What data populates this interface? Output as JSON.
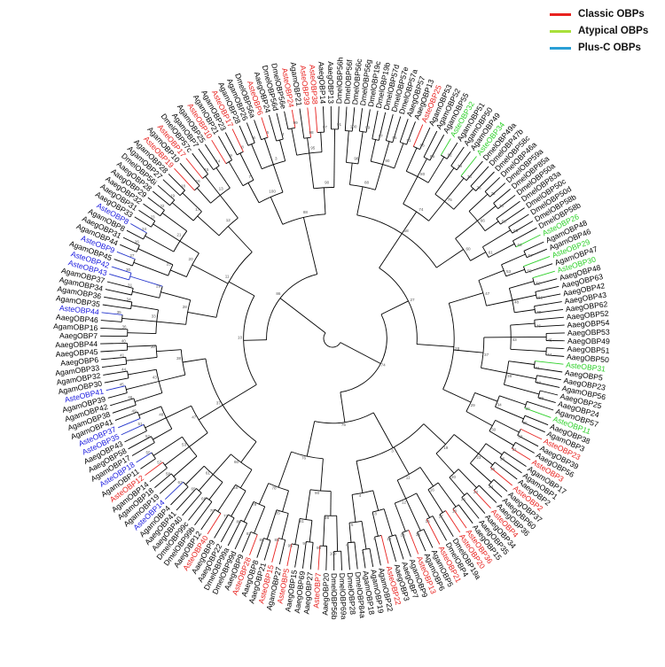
{
  "legend": {
    "classic": {
      "label": "Classic OBPs",
      "color": "#e8221f"
    },
    "atypical": {
      "label": "Atypical OBPs",
      "color": "#a8e03a"
    },
    "plusc": {
      "label": "Plus-C OBPs",
      "color": "#2a9fd6"
    }
  },
  "leaf_colors": {
    "k": "#000000",
    "r": "#e8221f",
    "g": "#2ed02a",
    "b": "#1a1adf"
  },
  "branch_colors": {
    "k": "#000000",
    "r": "#e8221f",
    "g": "#2ed02a",
    "b": "#2233cc"
  },
  "leaves": [
    [
      "DmelOBP56f",
      "k"
    ],
    [
      "DmelOBP56c",
      "k"
    ],
    [
      "DmelOBP56g",
      "k"
    ],
    [
      "DmelOBP19c",
      "k"
    ],
    [
      "DmelOBP19b",
      "k"
    ],
    [
      "DmelOBP57d",
      "k"
    ],
    [
      "DmelOBP57e",
      "k"
    ],
    [
      "DmelOBP57a",
      "k"
    ],
    [
      "AaegOBP57",
      "k"
    ],
    [
      "AaegOBP13",
      "k"
    ],
    [
      "AsteOBP25",
      "r"
    ],
    [
      "AgamOBP53",
      "k"
    ],
    [
      "AgamOBP52",
      "k"
    ],
    [
      "AgamOBP55",
      "k"
    ],
    [
      "AsteOBP32",
      "g"
    ],
    [
      "AgamOBP51",
      "k"
    ],
    [
      "AgamOBP50",
      "k"
    ],
    [
      "AgamOBP49",
      "k"
    ],
    [
      "AsteOBP34",
      "g"
    ],
    [
      "DmelOBP49a",
      "k"
    ],
    [
      "DmelOBP47b",
      "k"
    ],
    [
      "DmelOBP58c",
      "k"
    ],
    [
      "DmelOBP46a",
      "k"
    ],
    [
      "DmelOBP59a",
      "k"
    ],
    [
      "DmelOBP85a",
      "k"
    ],
    [
      "DmelOBP50a",
      "k"
    ],
    [
      "DmelOBP83a",
      "k"
    ],
    [
      "DmelOBP50c",
      "k"
    ],
    [
      "DmelOBP50d",
      "k"
    ],
    [
      "DmelOBP58b",
      "k"
    ],
    [
      "DmelOBP58b",
      "k"
    ],
    [
      "AsteOBP26",
      "g"
    ],
    [
      "AgamOBP48",
      "k"
    ],
    [
      "AgamOBP46",
      "k"
    ],
    [
      "AsteOBP29",
      "g"
    ],
    [
      "AgamOBP47",
      "k"
    ],
    [
      "AsteOBP30",
      "g"
    ],
    [
      "AaegOBP48",
      "k"
    ],
    [
      "AaegOBP63",
      "k"
    ],
    [
      "AaegOBP42",
      "k"
    ],
    [
      "AaegOBP43",
      "k"
    ],
    [
      "AaegOBP62",
      "k"
    ],
    [
      "AaegOBP52",
      "k"
    ],
    [
      "AaegOBP54",
      "k"
    ],
    [
      "AaegOBP53",
      "k"
    ],
    [
      "AaegOBP49",
      "k"
    ],
    [
      "AaegOBP51",
      "k"
    ],
    [
      "AaegOBP50",
      "k"
    ],
    [
      "AsteOBP31",
      "g"
    ],
    [
      "AaegOBP5",
      "k"
    ],
    [
      "AaegOBP23",
      "k"
    ],
    [
      "AgamOBP56",
      "k"
    ],
    [
      "AaegOBP25",
      "k"
    ],
    [
      "AaegOBP24",
      "k"
    ],
    [
      "AgamOBP57",
      "k"
    ],
    [
      "AsteOBP11",
      "g"
    ],
    [
      "AaegOBP38",
      "k"
    ],
    [
      "AgamOBP3",
      "k"
    ],
    [
      "AsteOBP23",
      "r"
    ],
    [
      "AaegOBP39",
      "k"
    ],
    [
      "AaegOBP56",
      "k"
    ],
    [
      "AsteOBP3",
      "r"
    ],
    [
      "AgamOBP17",
      "k"
    ],
    [
      "AgamOBP1",
      "k"
    ],
    [
      "AaegOBP2",
      "k"
    ],
    [
      "AsteOBP2",
      "r"
    ],
    [
      "AaegOBP37",
      "k"
    ],
    [
      "AaegOBP60",
      "k"
    ],
    [
      "AaegOBP36",
      "k"
    ],
    [
      "AsteOBP4",
      "r"
    ],
    [
      "AaegOBP34",
      "k"
    ],
    [
      "AaegOBP35",
      "k"
    ],
    [
      "AaegOBP15",
      "k"
    ],
    [
      "AsteOBP36",
      "r"
    ],
    [
      "AsteOBP20",
      "r"
    ],
    [
      "DmelOBP19a",
      "k"
    ],
    [
      "DmelOBP4",
      "k"
    ],
    [
      "AsteOBP21",
      "r"
    ],
    [
      "AgamOBP5",
      "k"
    ],
    [
      "AgamOBP6",
      "k"
    ],
    [
      "AsteOBP13",
      "r"
    ],
    [
      "AgamOBP9",
      "k"
    ],
    [
      "AaegOBP7",
      "k"
    ],
    [
      "AaegOBP3",
      "k"
    ],
    [
      "AsteOBP22",
      "r"
    ],
    [
      "AgamOBP22",
      "k"
    ],
    [
      "AgamOBP19",
      "k"
    ],
    [
      "AgamOBP18",
      "k"
    ],
    [
      "DmelOBP84a",
      "k"
    ],
    [
      "DmelOBP28",
      "k"
    ],
    [
      "DmelOBP69a",
      "k"
    ],
    [
      "DmelOBP56b",
      "k"
    ],
    [
      "AaegOBP20",
      "k"
    ],
    [
      "AsteOBP7",
      "r"
    ],
    [
      "AaegOBP27",
      "k"
    ],
    [
      "AaegOBP69",
      "k"
    ],
    [
      "AaegOBP15",
      "k"
    ],
    [
      "AsteOBP5",
      "r"
    ],
    [
      "AgamOBP27",
      "k"
    ],
    [
      "AsteOBP15",
      "r"
    ],
    [
      "AaegOBP21",
      "k"
    ],
    [
      "AaegOBP8",
      "k"
    ],
    [
      "AsteOBP28",
      "r"
    ],
    [
      "AaegOBP9",
      "k"
    ],
    [
      "DmelOBP99d",
      "k"
    ],
    [
      "DmelOBP99a",
      "k"
    ],
    [
      "AaegOBP22",
      "k"
    ],
    [
      "AaegOBP9",
      "k"
    ],
    [
      "AsteOBP40",
      "r"
    ],
    [
      "AaegOBP12",
      "k"
    ],
    [
      "DmelOBP99b",
      "k"
    ],
    [
      "DmelOBP99c",
      "k"
    ],
    [
      "AaegOBP40",
      "k"
    ],
    [
      "AaegOBP41",
      "k"
    ],
    [
      "AgamOBP4",
      "k"
    ],
    [
      "AsteOBP14",
      "b"
    ],
    [
      "AgamOBP19",
      "k"
    ],
    [
      "AgamOBP18",
      "k"
    ],
    [
      "AgamOBP14",
      "k"
    ],
    [
      "AsteOBP12",
      "r"
    ],
    [
      "AgamOBP11",
      "k"
    ],
    [
      "AsteOBP18",
      "b"
    ],
    [
      "AgamOBP17",
      "k"
    ],
    [
      "AaegOBP58",
      "k"
    ],
    [
      "AaegOBP43",
      "k"
    ],
    [
      "AsteOBP35",
      "b"
    ],
    [
      "AsteOBP37",
      "b"
    ],
    [
      "AgamOBP41",
      "k"
    ],
    [
      "AgamOBP38",
      "k"
    ],
    [
      "AgamOBP42",
      "k"
    ],
    [
      "AgamOBP39",
      "k"
    ],
    [
      "AsteOBP41",
      "b"
    ],
    [
      "AgamOBP30",
      "k"
    ],
    [
      "AgamOBP32",
      "k"
    ],
    [
      "AgamOBP33",
      "k"
    ],
    [
      "AaegOBP6",
      "k"
    ],
    [
      "AaegOBP45",
      "k"
    ],
    [
      "AaegOBP44",
      "k"
    ],
    [
      "AaegOBP7",
      "k"
    ],
    [
      "AgamOBP16",
      "k"
    ],
    [
      "AaegOBP46",
      "k"
    ],
    [
      "AsteOBP44",
      "b"
    ],
    [
      "AgamOBP35",
      "k"
    ],
    [
      "AgamOBP36",
      "k"
    ],
    [
      "AgamOBP34",
      "k"
    ],
    [
      "AgamOBP37",
      "k"
    ],
    [
      "AsteOBP43",
      "b"
    ],
    [
      "AsteOBP42",
      "b"
    ],
    [
      "AgamOBP45",
      "k"
    ],
    [
      "AsteOBP9",
      "b"
    ],
    [
      "AgamOBP44",
      "k"
    ],
    [
      "AaegOBP31",
      "k"
    ],
    [
      "AgamOBP8",
      "k"
    ],
    [
      "AsteOBP8",
      "b"
    ],
    [
      "AaegOBP33",
      "k"
    ],
    [
      "AaegOBP31",
      "k"
    ],
    [
      "AaegOBP32",
      "k"
    ],
    [
      "AaegOBP29",
      "k"
    ],
    [
      "AaegOBP28",
      "k"
    ],
    [
      "DmelOBP56i",
      "k"
    ],
    [
      "AgamOBP27",
      "k"
    ],
    [
      "AgamOBP28",
      "k"
    ],
    [
      "AsteOBP19",
      "r"
    ],
    [
      "AgamOBP10",
      "k"
    ],
    [
      "AsteOBP17",
      "r"
    ],
    [
      "DmelOBP57c",
      "k"
    ],
    [
      "AgamOBP7",
      "k"
    ],
    [
      "AgamOBP25",
      "k"
    ],
    [
      "AsteOBP10",
      "r"
    ],
    [
      "AgamOBP21",
      "k"
    ],
    [
      "AgamOBP23",
      "k"
    ],
    [
      "AsteOBP17",
      "r"
    ],
    [
      "AgamOBP28",
      "k"
    ],
    [
      "AgamOBP26",
      "k"
    ],
    [
      "DmelOBP56a",
      "k"
    ],
    [
      "AsteOBP6",
      "r"
    ],
    [
      "AaegOBP24",
      "k"
    ],
    [
      "DmelOBP56d",
      "k"
    ],
    [
      "DmelOBP56e",
      "k"
    ],
    [
      "AsteOBP24",
      "r"
    ],
    [
      "AgamOBP21",
      "k"
    ],
    [
      "AsteOBP39",
      "r"
    ],
    [
      "AsteOBP38",
      "r"
    ],
    [
      "AaegOBP14",
      "k"
    ],
    [
      "AaegOBP13",
      "k"
    ],
    [
      "DmelOBP56h",
      "k"
    ]
  ],
  "bootstrap_values": [
    "100",
    "99",
    "98",
    "97",
    "95",
    "91",
    "90",
    "88",
    "86",
    "85",
    "82",
    "80",
    "79",
    "78",
    "76",
    "75",
    "74",
    "72",
    "70",
    "68",
    "66",
    "65",
    "63",
    "61",
    "60",
    "58",
    "57",
    "55",
    "53",
    "52",
    "51",
    "49",
    "48",
    "47",
    "46",
    "45",
    "44",
    "43",
    "41",
    "40",
    "39",
    "38",
    "37",
    "36",
    "35",
    "34",
    "33",
    "31",
    "30",
    "29",
    "28",
    "27",
    "26",
    "25",
    "24",
    "23",
    "22",
    "21",
    "20",
    "19",
    "18",
    "17",
    "16",
    "15",
    "14",
    "13",
    "12",
    "11",
    "10",
    "9",
    "8",
    "7",
    "6",
    "5",
    "4",
    "3"
  ]
}
